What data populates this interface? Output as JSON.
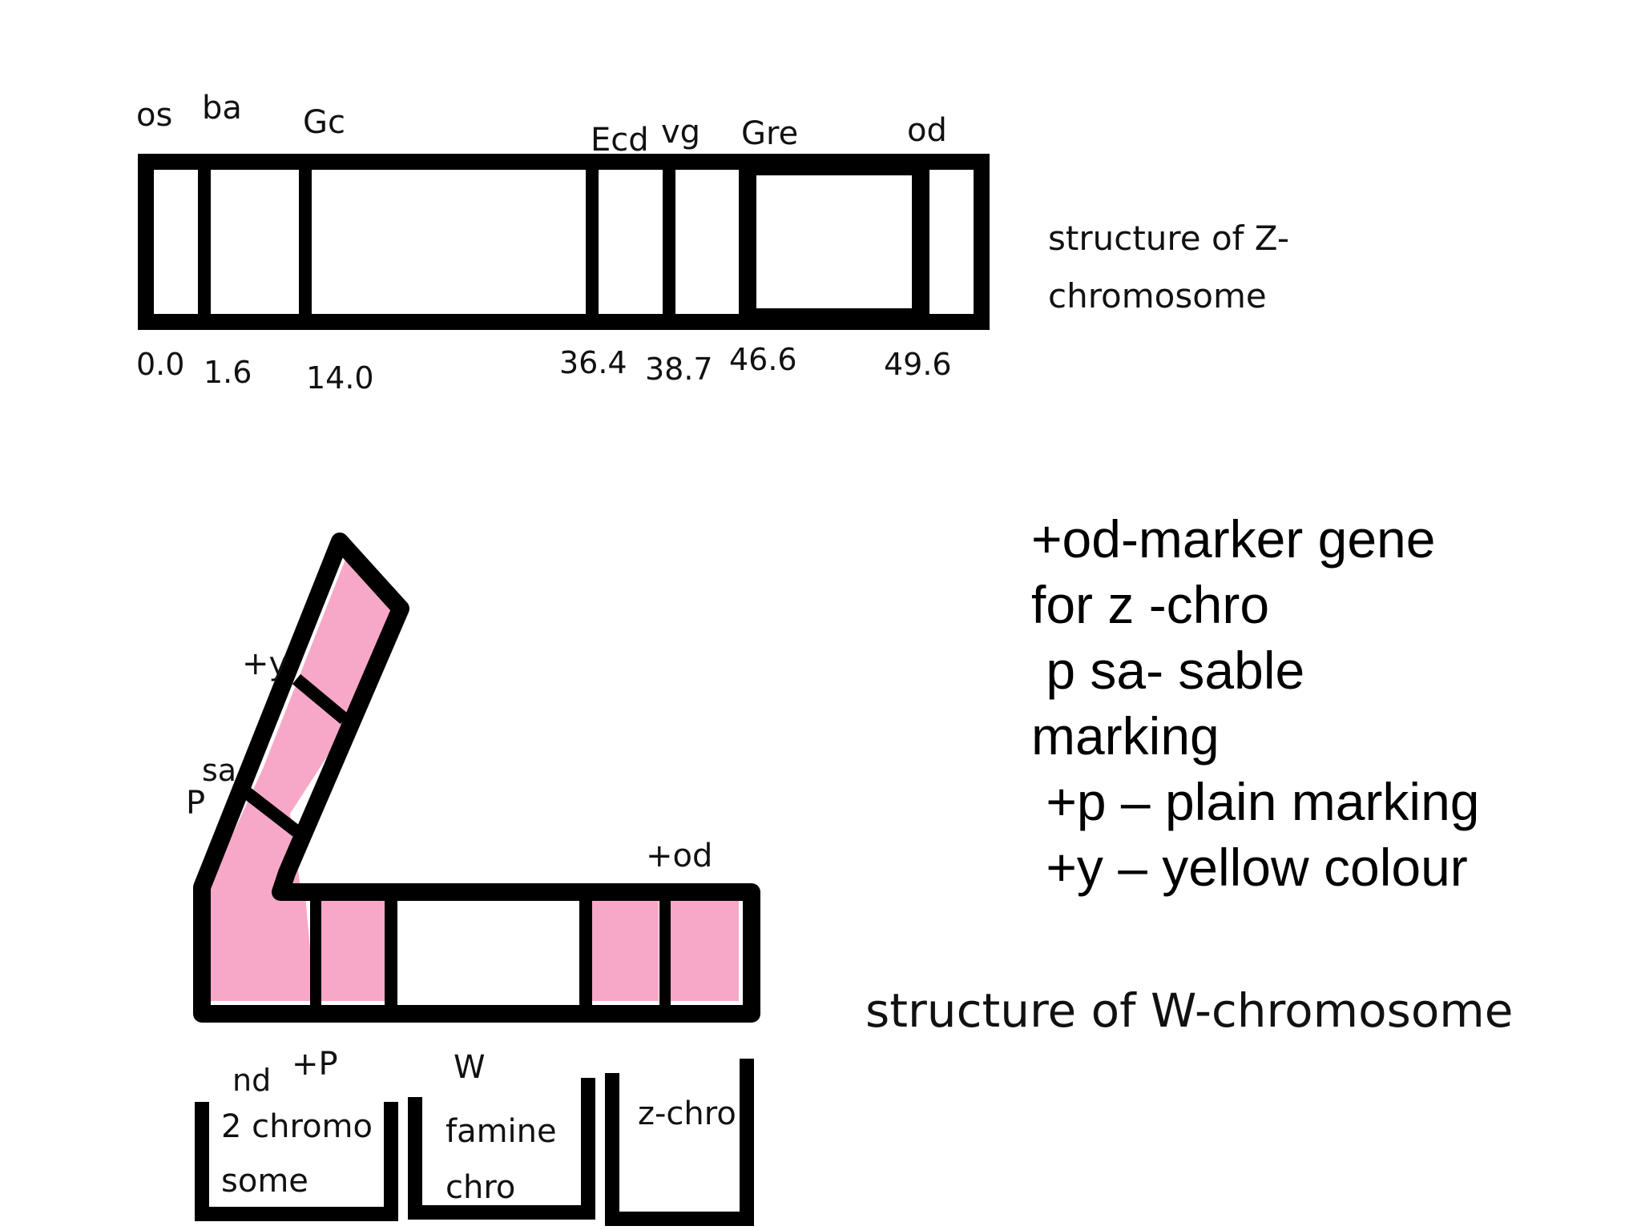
{
  "z_chromosome": {
    "gene_labels": [
      "os",
      "ba",
      "Gc",
      "Ecd",
      "vg",
      "Gre",
      "od"
    ],
    "positions": [
      "0.0",
      "1.6",
      "14.0",
      "36.4",
      "38.7",
      "46.6",
      "49.6"
    ],
    "caption_line1": "structure of Z-",
    "caption_line2": "chromosome"
  },
  "w_chromosome": {
    "labels": {
      "plus_y": "+y",
      "p_sa_p": "P",
      "p_sa_sa": "sa",
      "plus_od": "+od",
      "plus_p": "+P"
    },
    "boxes": {
      "second_sup": "nd",
      "second_line1": "2 chromo",
      "second_line2": "some",
      "famine_w": "W",
      "famine_line1": "famine",
      "famine_line2": "chro",
      "z_chro": "z-chro"
    },
    "caption": "structure of W-chromosome",
    "fill_color": "#f7a8c8"
  },
  "notes": [
    "+od-marker gene",
    "for z -chro",
    " p sa- sable",
    "marking",
    " +p – plain marking",
    " +y – yellow colour"
  ]
}
